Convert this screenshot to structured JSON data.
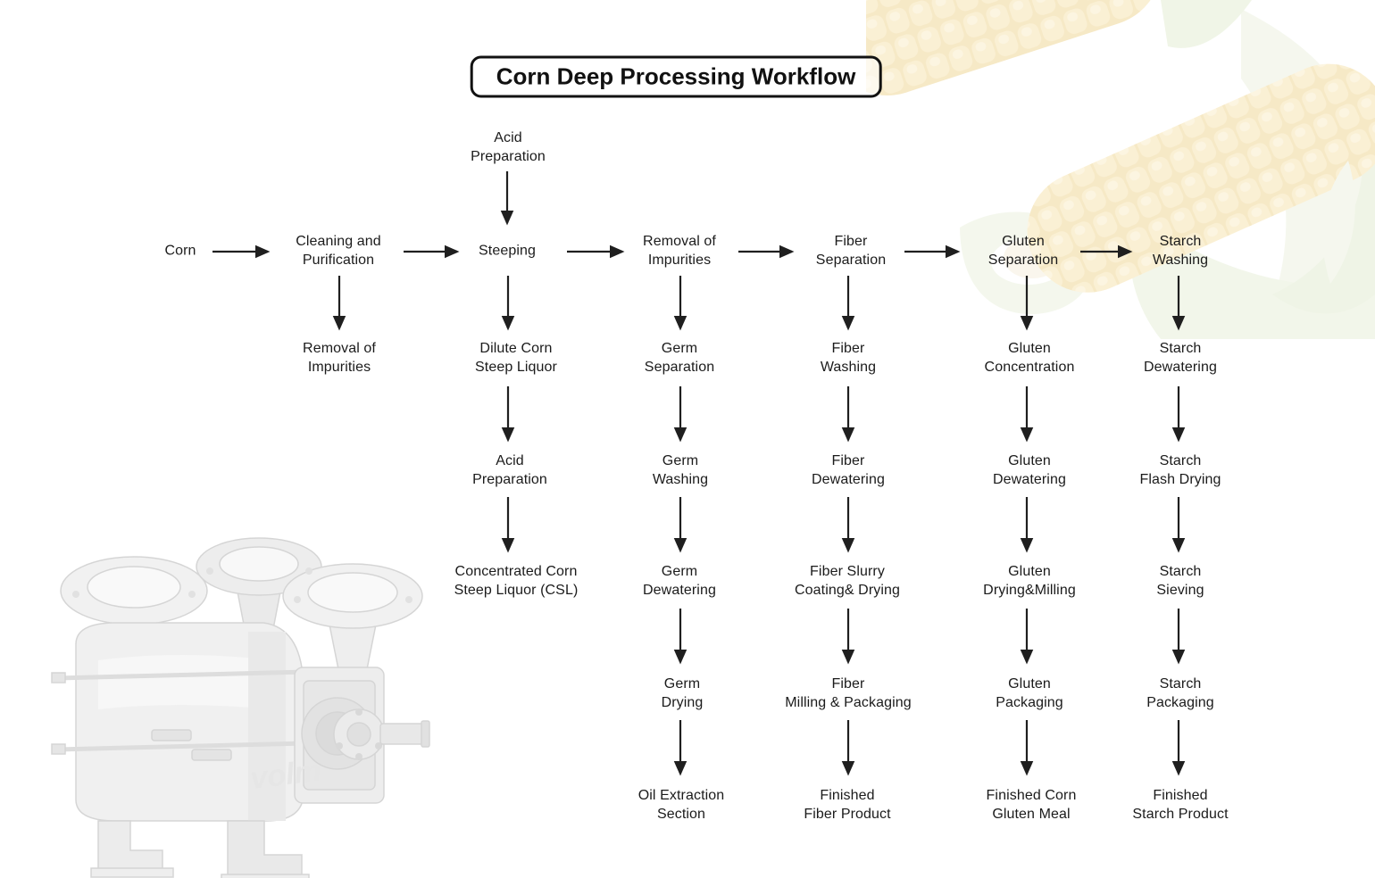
{
  "title": "Corn Deep Processing Workflow",
  "main_row": [
    "Corn",
    "Cleaning and\nPurification",
    "Steeping",
    "Removal of\nImpurities",
    "Fiber\nSeparation",
    "Gluten\nSeparation",
    "Starch\nWashing"
  ],
  "acid_input": "Acid\nPreparation",
  "cleaning_branch": [
    "Removal of\nImpurities"
  ],
  "steeping_branch": [
    "Dilute Corn\nSteep Liquor",
    "Acid\nPreparation",
    "Concentrated Corn\nSteep Liquor (CSL)"
  ],
  "germ_branch": [
    "Germ\nSeparation",
    "Germ\nWashing",
    "Germ\nDewatering",
    "Germ\nDrying",
    "Oil Extraction\nSection"
  ],
  "fiber_branch": [
    "Fiber\nWashing",
    "Fiber\nDewatering",
    "Fiber Slurry\nCoating& Drying",
    "Fiber\nMilling & Packaging",
    "Finished\nFiber Product"
  ],
  "gluten_branch": [
    "Gluten\nConcentration",
    "Gluten\nDewatering",
    "Gluten\nDrying&Milling",
    "Gluten\nPackaging",
    "Finished Corn\nGluten Meal"
  ],
  "starch_branch": [
    "Starch\nDewatering",
    "Starch\nFlash Drying",
    "Starch\nSieving",
    "Starch\nPackaging",
    "Finished\nStarch Product"
  ],
  "watermark": "volm",
  "colors": {
    "text": "#1b1b1b",
    "arrow": "#1f1f1f",
    "title_border": "#121212",
    "corn_kernel": "#f6dfa2",
    "corn_leaf": "#e9efdb",
    "pump_gray": "#e9e9e9"
  }
}
